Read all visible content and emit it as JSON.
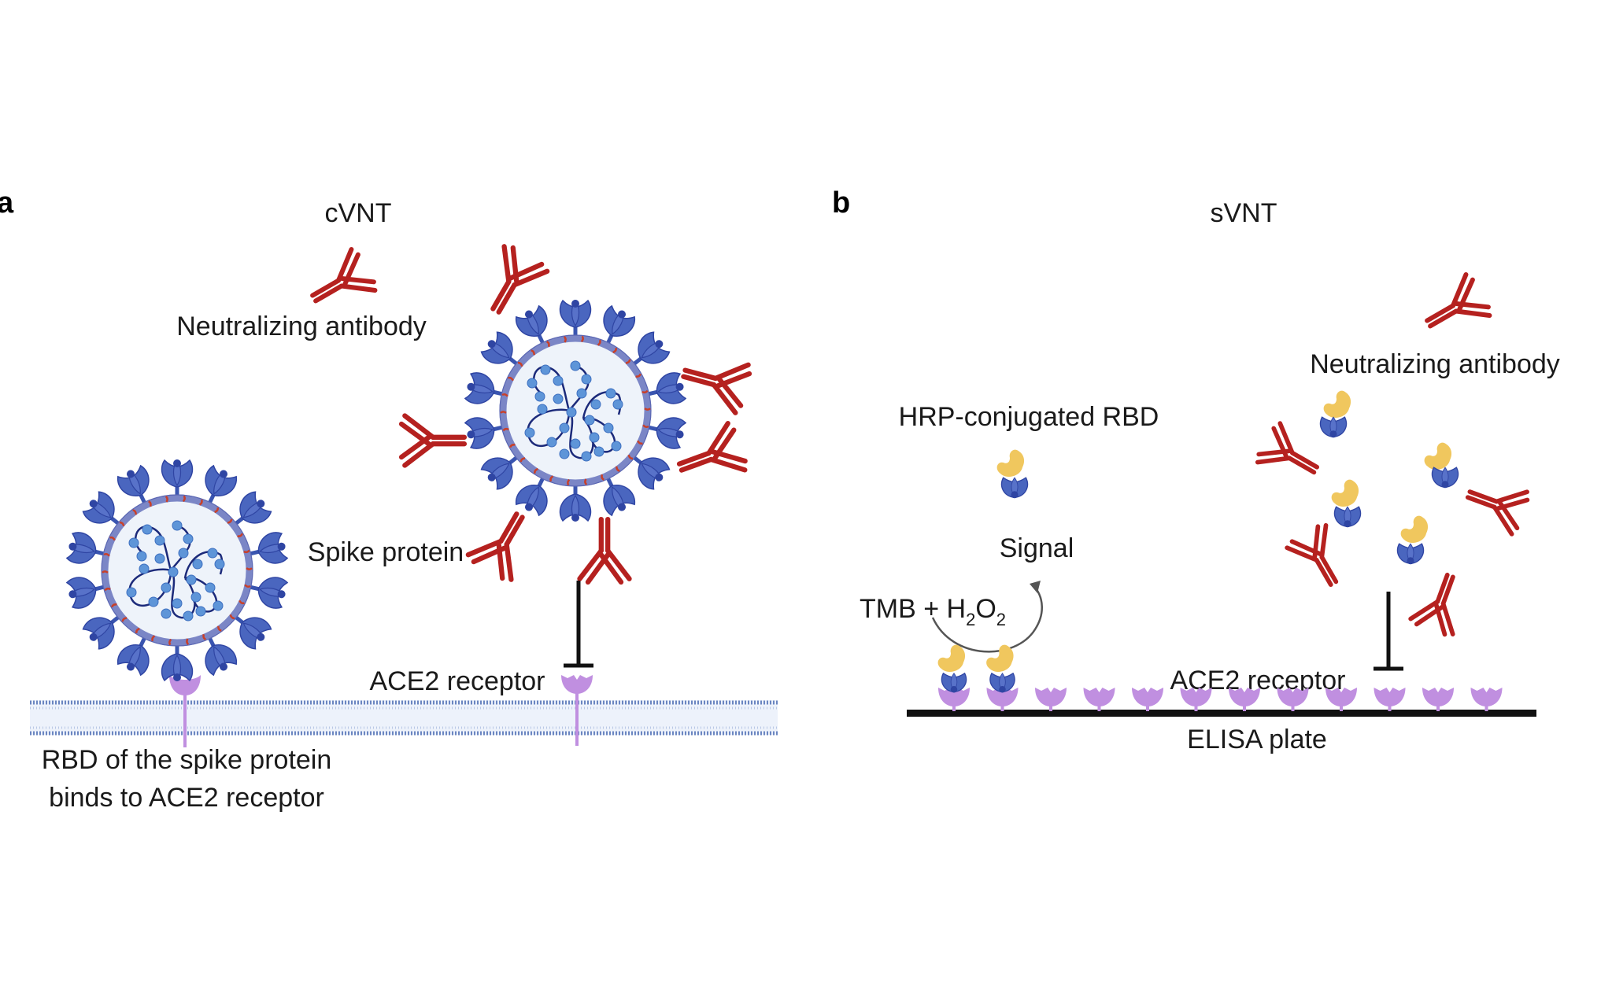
{
  "figure": {
    "colors": {
      "antibody": "#b5211f",
      "spike": "#4a66bf",
      "spike_dark": "#2f45a3",
      "virion_fill": "#eef3fa",
      "envelope": "#7b86c6",
      "rna_strand": "#1c2a7a",
      "rna_bead": "#5e95d8",
      "ace2": "#c08fe0",
      "hrp": "#f0c75e",
      "membrane": "#6b86c1",
      "plate": "#111111",
      "text": "#1a1a1a"
    }
  },
  "panel_a": {
    "letter": "a",
    "title": "cVNT",
    "labels": {
      "neutralizing_antibody": "Neutralizing antibody",
      "spike_protein": "Spike protein",
      "ace2_receptor": "ACE2 receptor",
      "rbd_binding_line1": "RBD of the spike protein",
      "rbd_binding_line2": "binds to ACE2 receptor"
    }
  },
  "panel_b": {
    "letter": "b",
    "title": "sVNT",
    "labels": {
      "hrp_rbd": "HRP-conjugated RBD",
      "neutralizing_antibody": "Neutralizing antibody",
      "signal": "Signal",
      "tmb": "TMB + H",
      "sub2a": "2",
      "o": "O",
      "sub2b": "2",
      "ace2_receptor": "ACE2 receptor",
      "elisa_plate": "ELISA plate"
    },
    "ace2_receptor_count": 12,
    "bound_hrp_rbd_count": 2,
    "neutralized_complex_count": 4
  }
}
